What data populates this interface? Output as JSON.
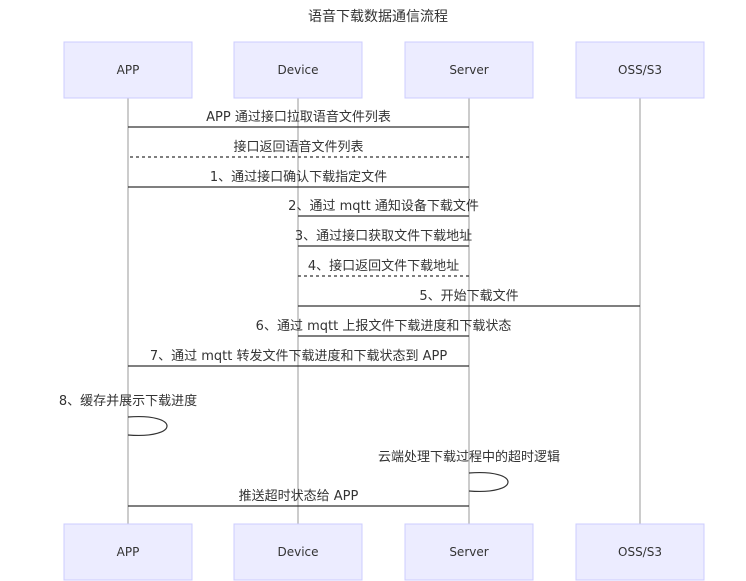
{
  "title": "语音下载数据通信流程",
  "participants": [
    "APP",
    "Device",
    "Server",
    "OSS/S3"
  ],
  "messages": [
    {
      "from": "Server",
      "to": "APP",
      "text": "APP 通过接口拉取语音文件列表",
      "style": "solid"
    },
    {
      "from": "Server",
      "to": "APP",
      "text": "接口返回语音文件列表",
      "style": "dashed"
    },
    {
      "from": "APP",
      "to": "Server",
      "text": "1、通过接口确认下载指定文件",
      "style": "solid"
    },
    {
      "from": "Server",
      "to": "Device",
      "text": "2、通过 mqtt 通知设备下载文件",
      "style": "solid"
    },
    {
      "from": "Device",
      "to": "Server",
      "text": "3、通过接口获取文件下载地址",
      "style": "solid"
    },
    {
      "from": "Server",
      "to": "Device",
      "text": "4、接口返回文件下载地址",
      "style": "dashed"
    },
    {
      "from": "Device",
      "to": "OSS/S3",
      "text": "5、开始下载文件",
      "style": "solid"
    },
    {
      "from": "Device",
      "to": "Server",
      "text": "6、通过 mqtt 上报文件下载进度和下载状态",
      "style": "solid"
    },
    {
      "from": "Server",
      "to": "APP",
      "text": "7、通过 mqtt 转发文件下载进度和下载状态到 APP",
      "style": "solid"
    },
    {
      "from": "APP",
      "to": "APP",
      "text": "8、缓存并展示下载进度",
      "style": "self"
    },
    {
      "from": "Server",
      "to": "Server",
      "text": "云端处理下载过程中的超时逻辑",
      "style": "self"
    },
    {
      "from": "Server",
      "to": "APP",
      "text": "推送超时状态给 APP",
      "style": "solid"
    }
  ]
}
